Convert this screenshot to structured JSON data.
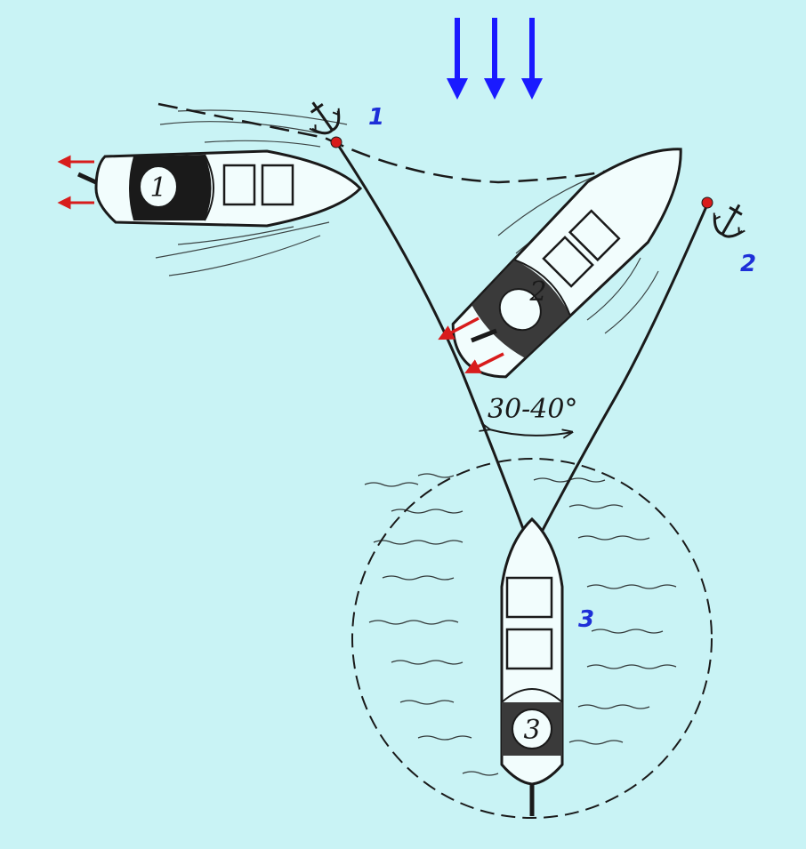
{
  "colors": {
    "background": "#c9f3f5",
    "ink": "#1a1a1a",
    "wind_arrows": "#1a1aff",
    "thrust_arrows": "#d81c1c",
    "anchor_marker": "#d81c1c",
    "position_labels": "#1e2fd8"
  },
  "icons": [
    "wind-arrow-icon",
    "anchor-icon",
    "thrust-arrow-icon"
  ],
  "wind_arrow_count": 3,
  "labels": {
    "position_1": "1",
    "position_2": "2",
    "position_3": "3",
    "angle": "30-40°"
  },
  "boats": {
    "boat_1": {
      "number": "1"
    },
    "boat_2": {
      "number": "2"
    },
    "boat_3": {
      "number": "3"
    }
  }
}
